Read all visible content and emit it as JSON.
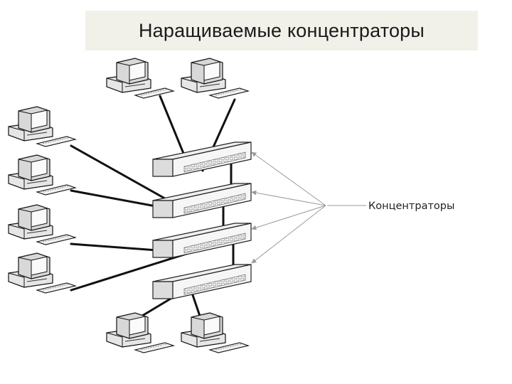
{
  "title": "Наращиваемые концентраторы",
  "diagram": {
    "hub_label": "Концентраторы",
    "hub_count": 4,
    "computer_count": 8
  }
}
